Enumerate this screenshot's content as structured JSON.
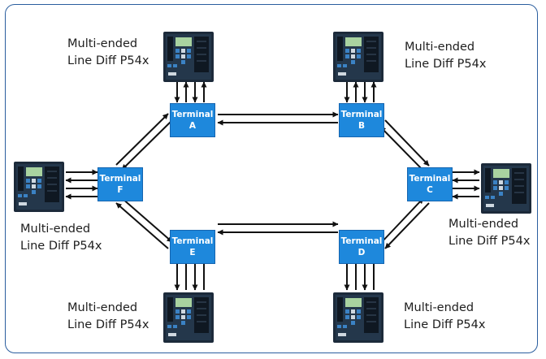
{
  "colors": {
    "frame": "#2a5d9e",
    "terminal": "#1e88dc",
    "arrow": "#111111",
    "relay_body": "#1c2a3a",
    "relay_screen": "#a9d3a0",
    "relay_keys": "#3b82c4"
  },
  "relay_label": {
    "line1": "Multi-ended",
    "line2": "Line Diff P54x"
  },
  "terminals": [
    {
      "word": "Terminal",
      "letter": "A"
    },
    {
      "word": "Terminal",
      "letter": "B"
    },
    {
      "word": "Terminal",
      "letter": "C"
    },
    {
      "word": "Terminal",
      "letter": "D"
    },
    {
      "word": "Terminal",
      "letter": "E"
    },
    {
      "word": "Terminal",
      "letter": "F"
    }
  ],
  "relays": [
    {
      "icon": "protection-relay-icon",
      "terminal": "A"
    },
    {
      "icon": "protection-relay-icon",
      "terminal": "B"
    },
    {
      "icon": "protection-relay-icon",
      "terminal": "C"
    },
    {
      "icon": "protection-relay-icon",
      "terminal": "D"
    },
    {
      "icon": "protection-relay-icon",
      "terminal": "E"
    },
    {
      "icon": "protection-relay-icon",
      "terminal": "F"
    }
  ],
  "links": [
    {
      "from": "A",
      "to": "B",
      "direction": "bidirectional"
    },
    {
      "from": "B",
      "to": "C",
      "direction": "bidirectional"
    },
    {
      "from": "C",
      "to": "D",
      "direction": "bidirectional"
    },
    {
      "from": "D",
      "to": "E",
      "direction": "bidirectional"
    },
    {
      "from": "E",
      "to": "F",
      "direction": "bidirectional"
    },
    {
      "from": "F",
      "to": "A",
      "direction": "bidirectional"
    }
  ]
}
